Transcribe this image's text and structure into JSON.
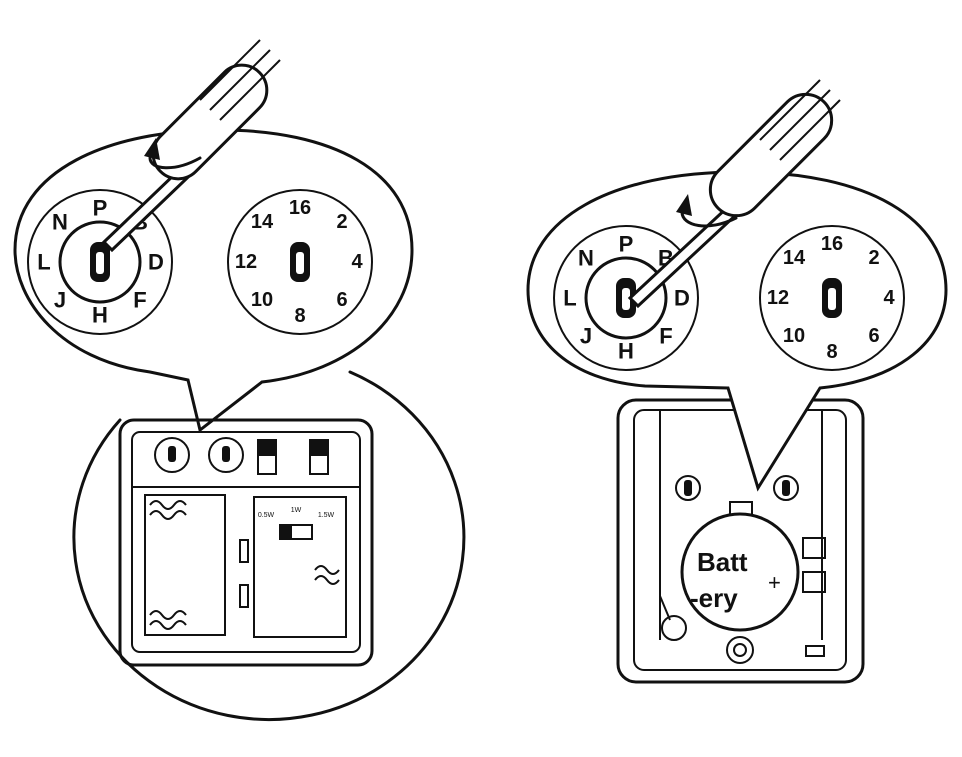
{
  "left_panel": {
    "letter_dial": [
      "P",
      "B",
      "D",
      "F",
      "H",
      "J",
      "L",
      "N"
    ],
    "number_dial": [
      "16",
      "2",
      "4",
      "6",
      "8",
      "10",
      "12",
      "14"
    ],
    "power_labels": [
      "0.5W",
      "1W",
      "1.5W"
    ]
  },
  "right_panel": {
    "letter_dial": [
      "P",
      "B",
      "D",
      "F",
      "H",
      "J",
      "L",
      "N"
    ],
    "number_dial": [
      "16",
      "2",
      "4",
      "6",
      "8",
      "10",
      "12",
      "14"
    ],
    "battery_label_line1": "Batt",
    "battery_label_line2": "-ery",
    "plus_sign": "+"
  }
}
